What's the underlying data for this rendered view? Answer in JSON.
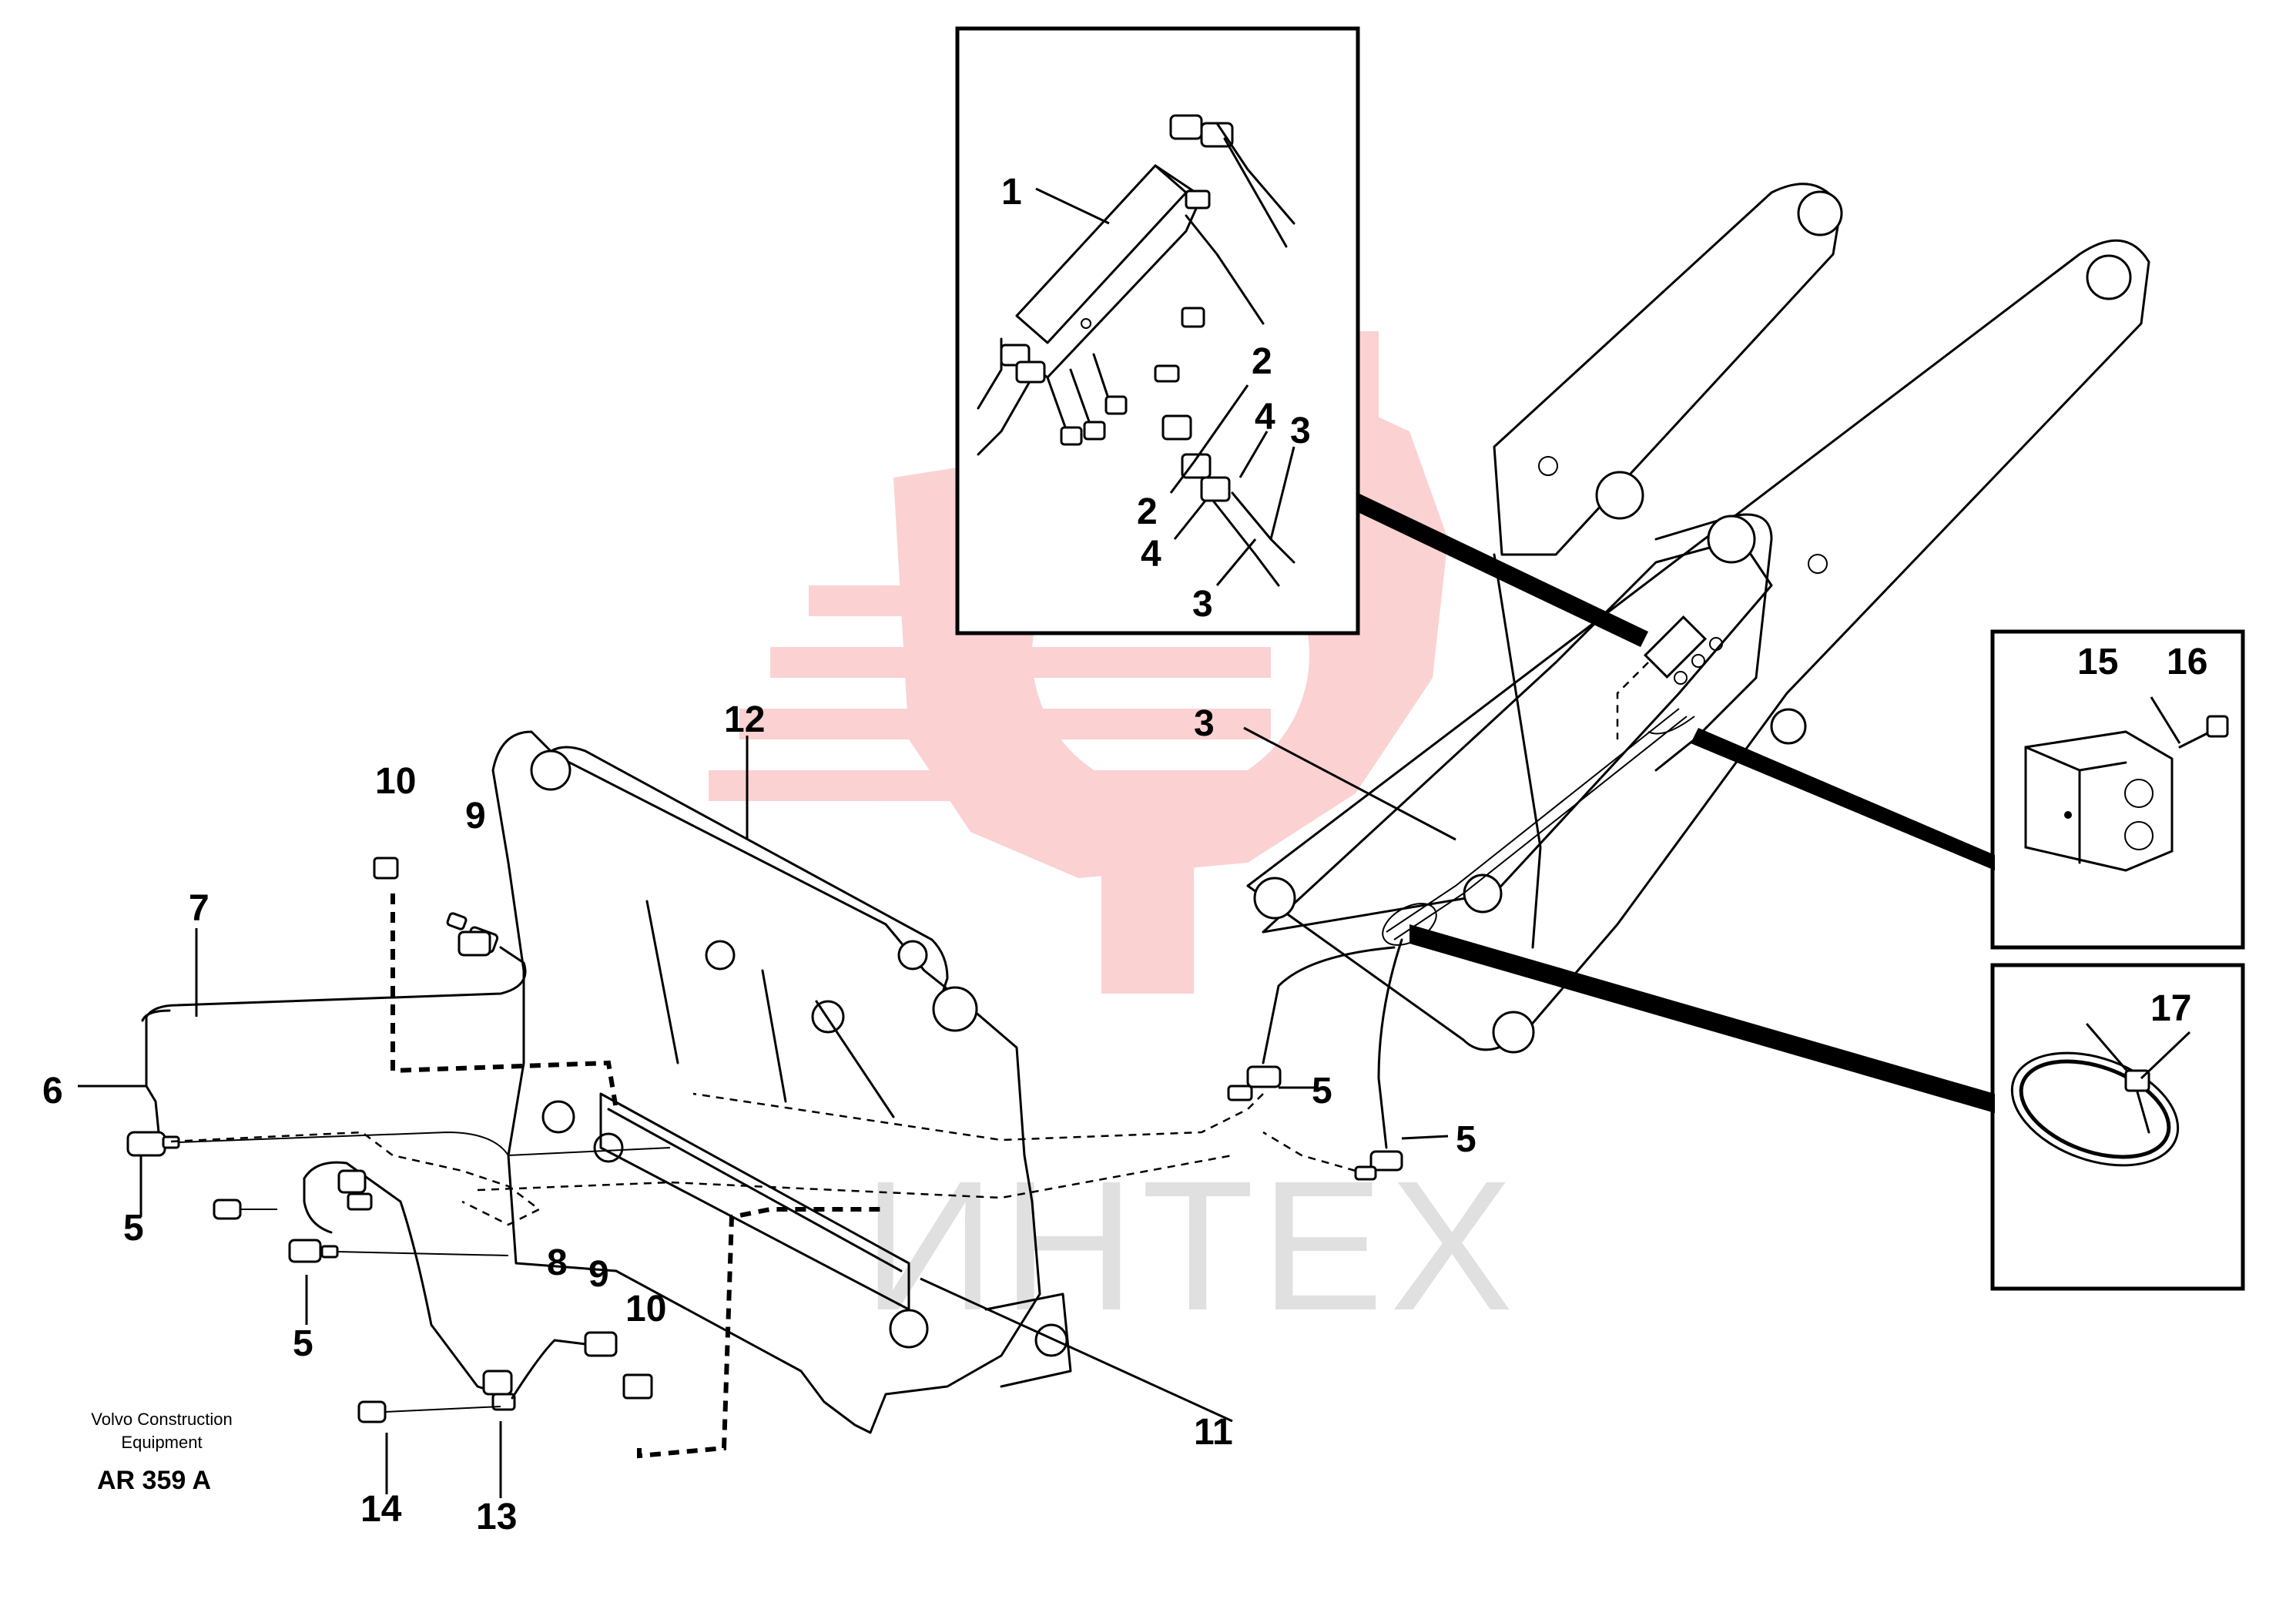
{
  "watermark": {
    "text": "ИНТЕХ",
    "color": "#ee3333"
  },
  "footer": {
    "line1": "Volvo Construction",
    "line2": "Equipment",
    "code": "AR 359 A"
  },
  "inset_valve": {
    "labels": [
      "1",
      "2",
      "2",
      "4",
      "4",
      "3",
      "3"
    ]
  },
  "inset_block": {
    "labels": [
      "15",
      "16"
    ]
  },
  "inset_tie": {
    "labels": [
      "17"
    ]
  },
  "main_labels": {
    "n12": "12",
    "n3": "3",
    "n10a": "10",
    "n9a": "9",
    "n7": "7",
    "n6": "6",
    "n5a": "5",
    "n5b": "5",
    "n5c": "5",
    "n5d": "5",
    "n8": "8",
    "n9b": "9",
    "n10b": "10",
    "n11": "11",
    "n13": "13",
    "n14": "14"
  }
}
